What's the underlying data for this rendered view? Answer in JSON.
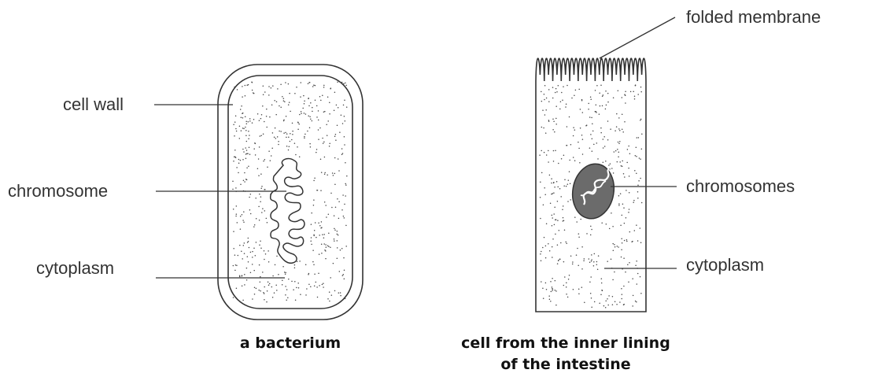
{
  "bacterium": {
    "labels": {
      "cell_wall": "cell wall",
      "chromosome": "chromosome",
      "cytoplasm": "cytoplasm"
    },
    "caption": "a bacterium"
  },
  "intestine_cell": {
    "labels": {
      "folded_membrane": "folded membrane",
      "chromosomes": "chromosomes",
      "cytoplasm": "cytoplasm"
    },
    "caption_line1": "cell from the inner lining",
    "caption_line2": "of the intestine"
  },
  "colors": {
    "outline": "#333333",
    "nucleus": "#6b6b6b",
    "stipple": "#444444"
  }
}
